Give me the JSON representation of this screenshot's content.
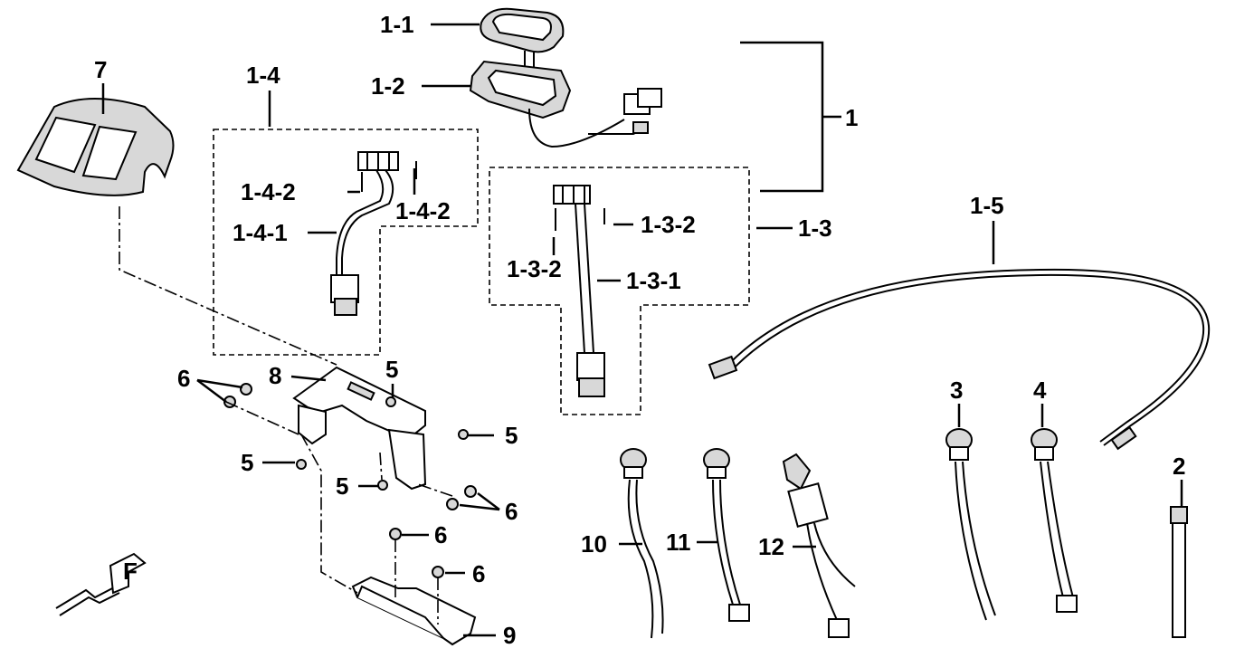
{
  "labels": {
    "p1": "1",
    "p1_1": "1-1",
    "p1_2": "1-2",
    "p1_3": "1-3",
    "p1_3_1": "1-3-1",
    "p1_3_2a": "1-3-2",
    "p1_3_2b": "1-3-2",
    "p1_4": "1-4",
    "p1_4_1": "1-4-1",
    "p1_4_2a": "1-4-2",
    "p1_4_2b": "1-4-2",
    "p1_5": "1-5",
    "p2": "2",
    "p3": "3",
    "p4": "4",
    "p5a": "5",
    "p5b": "5",
    "p5c": "5",
    "p5d": "5",
    "p6a": "6",
    "p6b": "6",
    "p6c": "6",
    "p6d": "6",
    "p7": "7",
    "p8": "8",
    "p9": "9",
    "p10": "10",
    "p11": "11",
    "p12": "12"
  },
  "direction_marker": "F"
}
